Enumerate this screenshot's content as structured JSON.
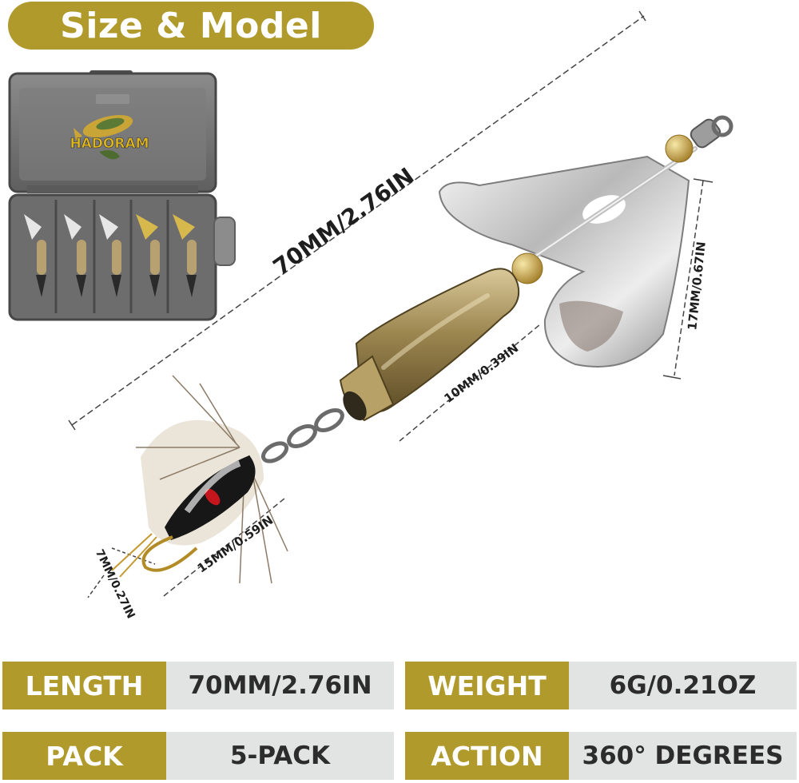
{
  "header": {
    "title": "Size & Model"
  },
  "box": {
    "brand": "HADORAM"
  },
  "dimensions": {
    "total_length": "70MM/2.76IN",
    "blade_width": "17MM/0.67IN",
    "body_width": "10MM/0.39IN",
    "fly_length": "15MM/0.59IN",
    "hook_gap": "7MM/0.27IN"
  },
  "specs": [
    {
      "label": "LENGTH",
      "value": "70MM/2.76IN"
    },
    {
      "label": "WEIGHT",
      "value": "6G/0.21OZ"
    },
    {
      "label": "PACK",
      "value": "5-PACK"
    },
    {
      "label": "ACTION",
      "value": "360° DEGREES"
    }
  ],
  "colors": {
    "accent": "#b09a2c",
    "value_bg": "#e2e3e3"
  }
}
